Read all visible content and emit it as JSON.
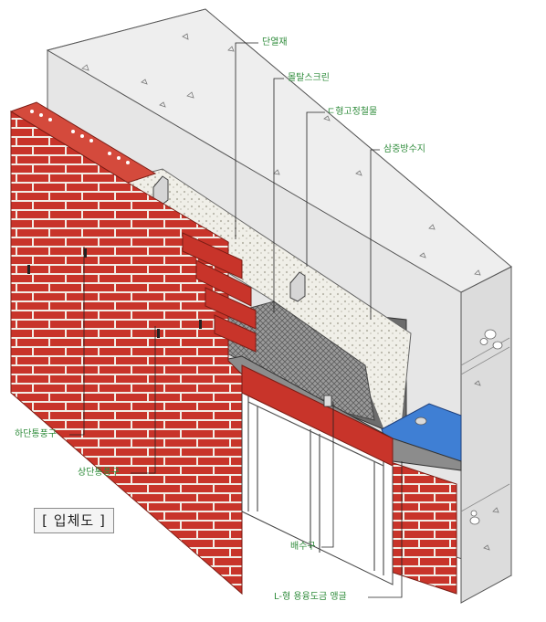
{
  "diagram": {
    "labels": {
      "insulation": "단열재",
      "mortar_screen": "몰탈스크린",
      "c_channel": "ㄷ형고정철물",
      "waterproof_resin": "삼중방수지",
      "lower_vent": "하단통풍구",
      "upper_vent": "상단통풍구",
      "weep_hole": "배수구",
      "angle": "L-형 용융도금 앵글"
    },
    "caption": "[ 입체도 ]"
  },
  "colors": {
    "brick": "#c8342a",
    "mortar": "#f2ede6",
    "concrete": "#e6e6e6",
    "label_text": "#2e8b3a",
    "flashing": "#3f7fd4",
    "insulation": "#f0efe8"
  }
}
